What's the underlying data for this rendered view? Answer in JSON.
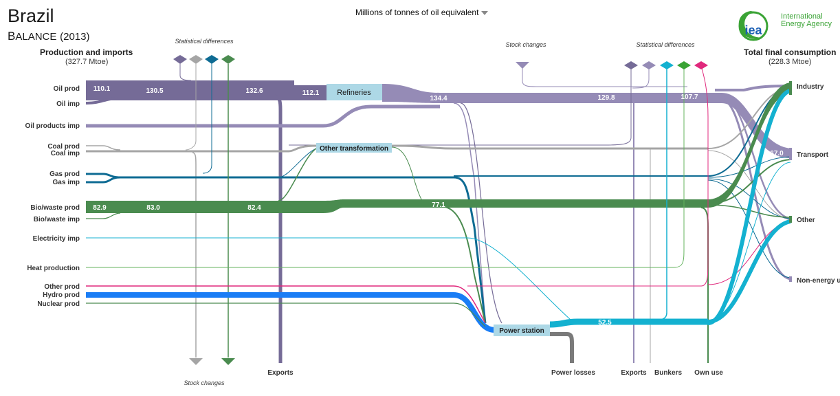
{
  "header": {
    "country": "Brazil",
    "balance_first": "B",
    "balance_rest": "ALANCE",
    "year": "(2013)",
    "unit_selector": "Millions of tonnes of oil equivalent"
  },
  "logo": {
    "mark_text": "iea",
    "line1": "International",
    "line2": "Energy Agency"
  },
  "columns": {
    "left_title": "Production and imports",
    "left_total": "(327.7 Mtoe)",
    "right_title": "Total final consumption",
    "right_total": "(228.3 Mtoe)"
  },
  "annotations": {
    "stat_diff_left": "Statistical differences",
    "stock_changes_top": "Stock  changes",
    "stat_diff_right": "Statistical differences",
    "stock_changes_bottom": "Stock changes"
  },
  "sources": [
    {
      "id": "oil-prod",
      "label": "Oil prod"
    },
    {
      "id": "oil-imp",
      "label": "Oil imp"
    },
    {
      "id": "oil-products-imp",
      "label": "Oil products imp"
    },
    {
      "id": "coal-prod",
      "label": "Coal prod"
    },
    {
      "id": "coal-imp",
      "label": "Coal imp"
    },
    {
      "id": "gas-prod",
      "label": "Gas prod"
    },
    {
      "id": "gas-imp",
      "label": "Gas imp"
    },
    {
      "id": "bio-waste-prod",
      "label": "Bio/waste prod"
    },
    {
      "id": "bio-waste-imp",
      "label": "Bio/waste imp"
    },
    {
      "id": "electricity-imp",
      "label": "Electricity imp"
    },
    {
      "id": "heat-production",
      "label": "Heat production"
    },
    {
      "id": "other-prod",
      "label": "Other prod"
    },
    {
      "id": "hydro-prod",
      "label": "Hydro prod"
    },
    {
      "id": "nuclear-prod",
      "label": "Nuclear prod"
    }
  ],
  "sinks": [
    {
      "id": "industry",
      "label": "Industry"
    },
    {
      "id": "transport",
      "label": "Transport"
    },
    {
      "id": "other",
      "label": "Other"
    },
    {
      "id": "non-energy-use",
      "label": "Non-energy u"
    }
  ],
  "process_nodes": [
    {
      "id": "refineries",
      "label": "Refineries"
    },
    {
      "id": "other-transformation",
      "label": "Other transformation"
    },
    {
      "id": "power-station",
      "label": "Power station"
    }
  ],
  "bottom_labels": [
    {
      "id": "exports-left",
      "label": "Exports"
    },
    {
      "id": "power-losses",
      "label": "Power losses"
    },
    {
      "id": "exports-right",
      "label": "Exports"
    },
    {
      "id": "bunkers",
      "label": "Bunkers"
    },
    {
      "id": "own-use",
      "label": "Own use"
    }
  ],
  "values": [
    {
      "id": "oil-110",
      "label": "110.1"
    },
    {
      "id": "oil-130",
      "label": "130.5"
    },
    {
      "id": "oil-132",
      "label": "132.6"
    },
    {
      "id": "oil-112",
      "label": "112.1"
    },
    {
      "id": "prod-134",
      "label": "134.4"
    },
    {
      "id": "prod-129",
      "label": "129.8"
    },
    {
      "id": "prod-107",
      "label": "107.7"
    },
    {
      "id": "transport-67",
      "label": "67.0"
    },
    {
      "id": "bio-82-9",
      "label": "82.9"
    },
    {
      "id": "bio-83",
      "label": "83.0"
    },
    {
      "id": "bio-82-4",
      "label": "82.4"
    },
    {
      "id": "bio-77",
      "label": "77.1"
    },
    {
      "id": "elec-52",
      "label": "52.5"
    }
  ],
  "colors": {
    "oil": "#756b97",
    "oil_products": "#958bb6",
    "coal": "#a5a5a5",
    "gas": "#0e6b93",
    "bio": "#4a8b4f",
    "electricity": "#14b1d0",
    "hydro": "#1a7df5",
    "other_prod": "#e0287c",
    "heat": "#63b35d",
    "node_fill": "#add8e6",
    "losses": "#7a7a7a",
    "logo_green": "#3aa335"
  }
}
